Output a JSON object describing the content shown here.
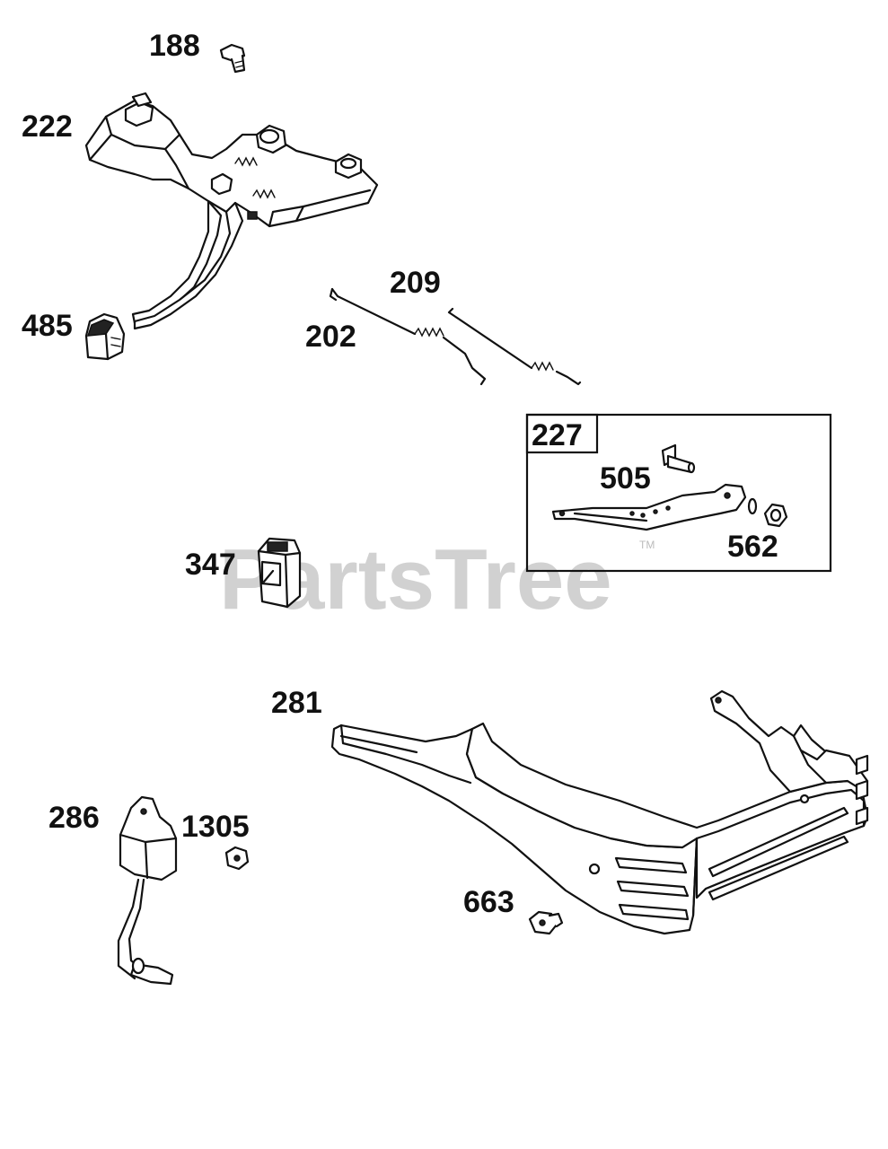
{
  "watermark": {
    "text": "PartsTree",
    "trademark": "TM"
  },
  "callouts": {
    "p188": "188",
    "p222": "222",
    "p485": "485",
    "p209": "209",
    "p202": "202",
    "p227": "227",
    "p505": "505",
    "p562": "562",
    "p347": "347",
    "p281": "281",
    "p286": "286",
    "p1305": "1305",
    "p663": "663"
  },
  "colors": {
    "line": "#111111",
    "watermark": "#c9c9c9",
    "background": "#ffffff"
  }
}
